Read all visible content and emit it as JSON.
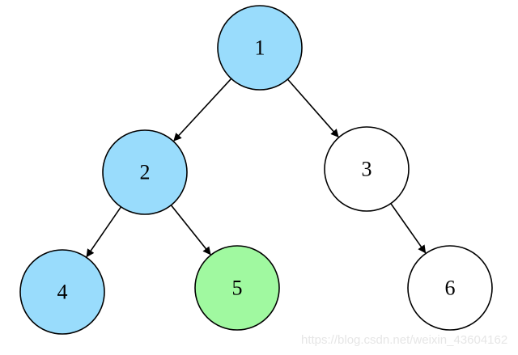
{
  "colors": {
    "visited": "#99dcfc",
    "current": "#a0f9a0",
    "unvisited": "#ffffff",
    "stroke": "#000000"
  },
  "nodes": [
    {
      "id": "1",
      "label": "1",
      "state": "visited"
    },
    {
      "id": "2",
      "label": "2",
      "state": "visited"
    },
    {
      "id": "3",
      "label": "3",
      "state": "unvisited"
    },
    {
      "id": "4",
      "label": "4",
      "state": "visited"
    },
    {
      "id": "5",
      "label": "5",
      "state": "current"
    },
    {
      "id": "6",
      "label": "6",
      "state": "unvisited"
    }
  ],
  "edges": [
    {
      "from": "1",
      "to": "2"
    },
    {
      "from": "1",
      "to": "3"
    },
    {
      "from": "2",
      "to": "4"
    },
    {
      "from": "2",
      "to": "5"
    },
    {
      "from": "3",
      "to": "6"
    }
  ],
  "watermark": "https://blog.csdn.net/weixin_43604162"
}
